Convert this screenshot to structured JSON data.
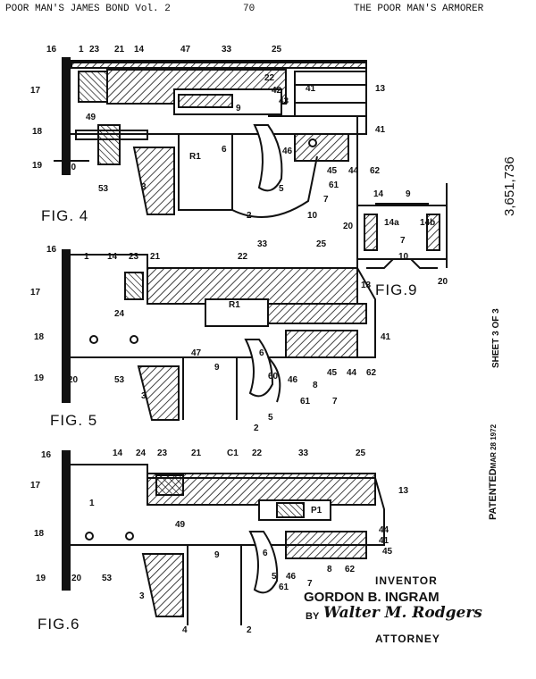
{
  "header": {
    "left": "POOR MAN'S JAMES BOND Vol. 2",
    "page_number": "70",
    "right": "THE POOR MAN'S ARMORER"
  },
  "side_text": {
    "patent_number": "3,651,736",
    "sheet": "SHEET 3 OF 3",
    "patented_label": "PATENTED",
    "patented_date": "MAR 28 1972"
  },
  "figures": {
    "fig4": "FIG. 4",
    "fig5": "FIG. 5",
    "fig6": "FIG.6",
    "fig9": "FIG.9"
  },
  "labels": {
    "l16a": "16",
    "l1a": "1",
    "l23a": "23",
    "l21a": "21",
    "l14a": "14",
    "l47a": "47",
    "l33a": "33",
    "l25a": "25",
    "l22a": "22",
    "l42": "42",
    "l41a": "41",
    "l13a": "13",
    "l17a": "17",
    "l49a": "49",
    "l43": "43",
    "l9a": "9",
    "l18a": "18",
    "l41b": "41",
    "lR1a": "R1",
    "l6a": "6",
    "l46a": "46",
    "l19a": "19",
    "l20a": "20",
    "l45a": "45",
    "l44a": "44",
    "l62a": "62",
    "l53a": "53",
    "l3a": "3",
    "l5a": "5",
    "l61a": "61",
    "l7a": "7",
    "l2a": "2",
    "l10a": "10",
    "l14f9": "14",
    "l9f9": "9",
    "l14af9": "14a",
    "l14bf9": "14b",
    "l20f9a": "20",
    "l7f9": "7",
    "l10f9": "10",
    "l20f9b": "20",
    "l16b": "16",
    "l1b": "1",
    "l14b": "14",
    "l23b": "23",
    "l21b": "21",
    "l33b": "33",
    "l25b": "25",
    "l22b": "22",
    "l13b": "13",
    "l17b": "17",
    "l24b": "24",
    "lR1b": "R1",
    "l18b": "18",
    "l41c": "41",
    "l47b": "47",
    "l9b": "9",
    "l6b": "6",
    "l60": "60",
    "l46b": "46",
    "l45b": "45",
    "l44b": "44",
    "l62b": "62",
    "l19b": "19",
    "l20b": "20",
    "l53b": "53",
    "l8b": "8",
    "l3b": "3",
    "l61b": "61",
    "l7b": "7",
    "l5b": "5",
    "l2b": "2",
    "l16c": "16",
    "l14c": "14",
    "l24c": "24",
    "l23c": "23",
    "l21c": "21",
    "lC1": "C1",
    "l22c": "22",
    "l33c": "33",
    "l25c": "25",
    "l17c": "17",
    "l1c": "1",
    "l13c": "13",
    "lP1": "P1",
    "l49c": "49",
    "l44c": "44",
    "l18c": "18",
    "l41d": "41",
    "l9c": "9",
    "l6c": "6",
    "l45c": "45",
    "l19c": "19",
    "l20c": "20",
    "l53c": "53",
    "l5c": "5",
    "l46c": "46",
    "l8c": "8",
    "l62c": "62",
    "l61c": "61",
    "l7c": "7",
    "l3c": "3",
    "l4c": "4",
    "l2c": "2"
  },
  "caption": {
    "inventor_label": "INVENTOR",
    "inventor_name": "GORDON B. INGRAM",
    "by": "BY",
    "attorney_signature": "Walter M. Rodgers",
    "attorney_label": "ATTORNEY"
  }
}
